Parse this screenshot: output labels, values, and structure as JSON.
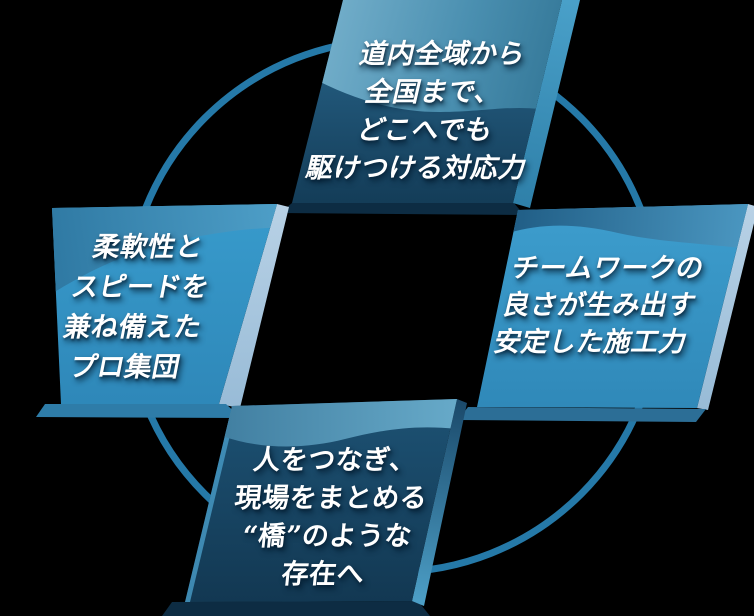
{
  "diagram": {
    "description": "four-strengths cycle diagram",
    "background_color": "#000000",
    "ring_color": "#2579A8",
    "text_color": "#FFFFFF"
  },
  "boxes": [
    {
      "id": "top",
      "style": "dark-panel-light-wave",
      "face_color": "#1F5478",
      "band_color": "#73AECA",
      "lines": [
        "道内全域から",
        "全国まで、",
        "どこへでも",
        "駆けつける対応力"
      ]
    },
    {
      "id": "right",
      "style": "light-panel-dark-wave",
      "face_color": "#3B9BCB",
      "band_color": "#1F5C84",
      "lines": [
        "チームワークの",
        "良さが生み出す",
        "安定した施工力"
      ]
    },
    {
      "id": "bottom",
      "style": "dark-panel-light-wave",
      "face_color": "#1D5274",
      "band_color": "#68ABCA",
      "lines": [
        "人をつなぎ、",
        "現場をまとめる",
        "“橋”のような",
        "存在へ"
      ]
    },
    {
      "id": "left",
      "style": "light-panel-dark-wave",
      "face_color": "#3598CA",
      "band_color": "#2E78A2",
      "lines": [
        "柔軟性と",
        "スピードを",
        "兼ね備えた",
        "プロ集団"
      ]
    }
  ],
  "edges": {
    "steel_highlight": "#A9C6DE",
    "teal_edge": "#3E92BD",
    "dark_shadow_edge": "#0D2C43",
    "medium_shadow_edge": "#2C6E96"
  }
}
